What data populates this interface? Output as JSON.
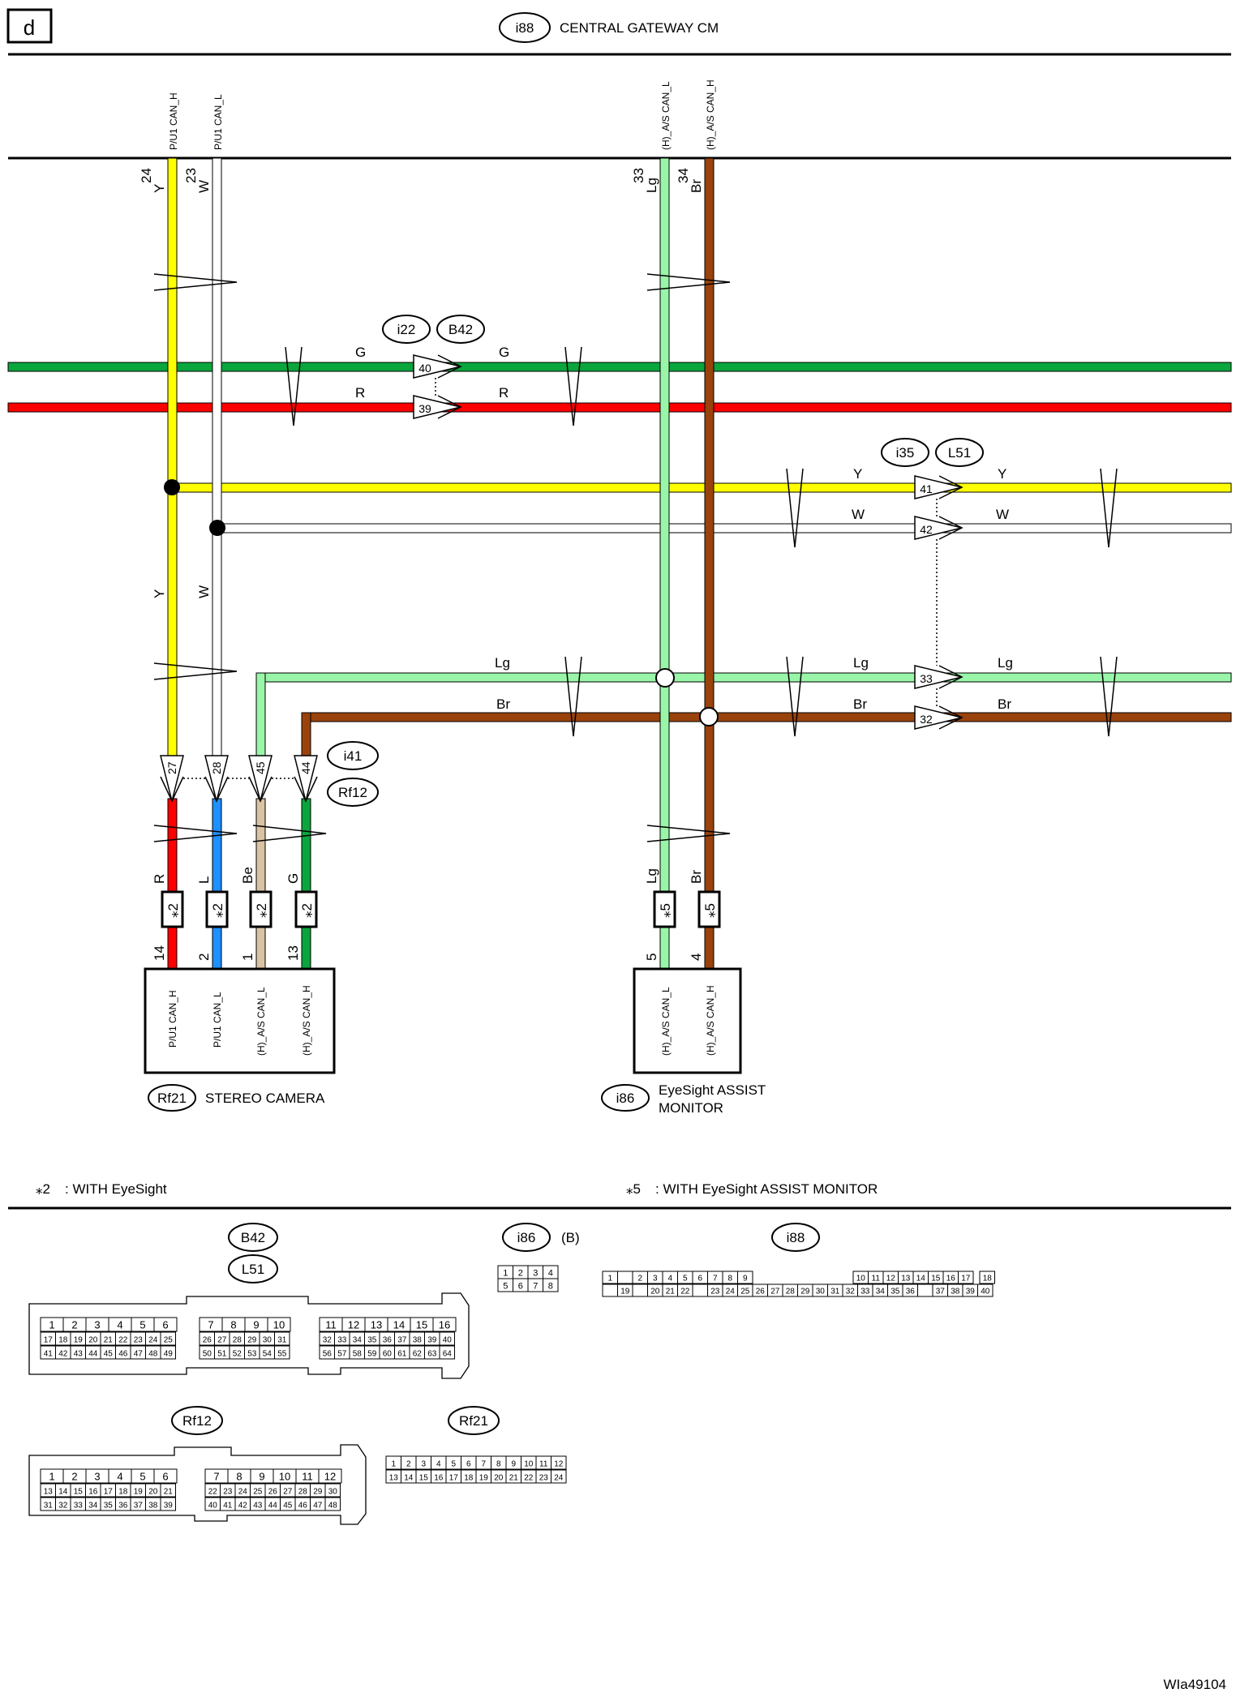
{
  "header": {
    "page_letter": "d",
    "gateway_conn": "i88",
    "gateway_name": "CENTRAL GATEWAY CM"
  },
  "gateway_pins": [
    {
      "signal": "P/U1 CAN_H",
      "pin": "24",
      "color": "Y"
    },
    {
      "signal": "P/U1 CAN_L",
      "pin": "23",
      "color": "W"
    },
    {
      "signal": "(H)_A/S CAN_L",
      "pin": "33",
      "color": "Lg"
    },
    {
      "signal": "(H)_A/S CAN_H",
      "pin": "34",
      "color": "Br"
    }
  ],
  "wire_colors": {
    "Y": "#ffff00",
    "W": "#ffffff",
    "Lg": "#99f5a8",
    "Br": "#99420c",
    "G": "#0aa53c",
    "R": "#ff0000",
    "L": "#1e90ff",
    "Be": "#d9c3a3"
  },
  "junction_1": {
    "conn_a": "i22",
    "conn_b": "B42",
    "wires": [
      {
        "color": "G",
        "pin": "40"
      },
      {
        "color": "R",
        "pin": "39"
      }
    ]
  },
  "junction_2": {
    "conn_a": "i35",
    "conn_b": "L51",
    "wires": [
      {
        "color": "Y",
        "pin": "41"
      },
      {
        "color": "W",
        "pin": "42"
      },
      {
        "color": "Lg",
        "pin": "33"
      },
      {
        "color": "Br",
        "pin": "32"
      }
    ]
  },
  "junction_3": {
    "conn_a": "i41",
    "conn_b": "Rf12",
    "pins": [
      "27",
      "28",
      "45",
      "44"
    ]
  },
  "labels": {
    "left_y": "Y",
    "left_w": "W",
    "lg_mid": "Lg",
    "br_mid": "Br",
    "lg_right": "Lg",
    "br_right": "Br"
  },
  "stereo_camera": {
    "conn": "Rf21",
    "name": "STEREO CAMERA",
    "pins": [
      {
        "signal": "P/U1 CAN_H",
        "pin": "14",
        "color": "R",
        "note": "2"
      },
      {
        "signal": "P/U1 CAN_L",
        "pin": "2",
        "color": "L",
        "note": "2"
      },
      {
        "signal": "(H)_A/S CAN_L",
        "pin": "1",
        "color": "Be",
        "note": "2"
      },
      {
        "signal": "(H)_A/S CAN_H",
        "pin": "13",
        "color": "G",
        "note": "2"
      }
    ]
  },
  "assist_monitor": {
    "conn": "i86",
    "name_line1": "EyeSight ASSIST",
    "name_line2": "MONITOR",
    "pins": [
      {
        "signal": "(H)_A/S CAN_L",
        "pin": "5",
        "color": "Lg",
        "note": "5"
      },
      {
        "signal": "(H)_A/S CAN_H",
        "pin": "4",
        "color": "Br",
        "note": "5"
      }
    ]
  },
  "notes": [
    {
      "mark": "⁎2",
      "text": ": WITH EyeSight"
    },
    {
      "mark": "⁎5",
      "text": ": WITH EyeSight ASSIST MONITOR"
    }
  ],
  "connector_views": {
    "B42": "B42",
    "L51": "L51",
    "i86": "i86",
    "i86_suffix": "(B)",
    "i88": "i88",
    "Rf12": "Rf12",
    "Rf21": "Rf21"
  },
  "footer_code": "WIa49104"
}
